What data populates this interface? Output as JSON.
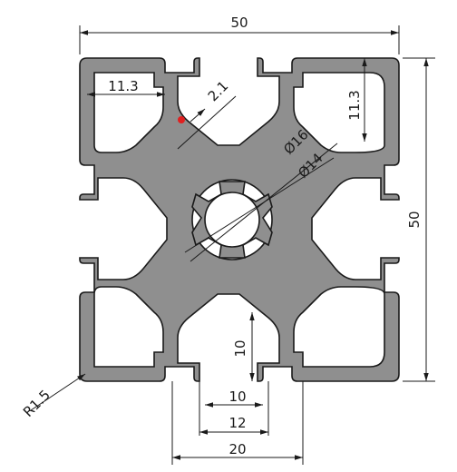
{
  "drawing": {
    "overall_width": "50",
    "overall_height": "50",
    "slot_width": "11.3",
    "slot_depth": "11.3",
    "wall_thickness": "2.1",
    "outer_diameter": "Ø16",
    "inner_diameter": "Ø14",
    "groove_depth": "10",
    "opening_inner": "10",
    "opening_mid": "12",
    "opening_outer": "20",
    "corner_radius": "R1.5"
  },
  "colors": {
    "profile": "#8f8f8f",
    "outline": "#1a1a1a",
    "marker": "#e02020"
  }
}
